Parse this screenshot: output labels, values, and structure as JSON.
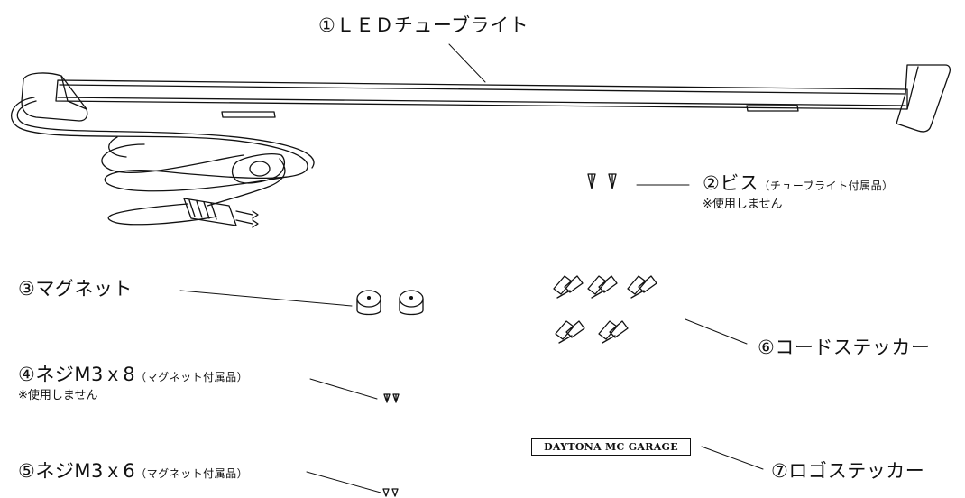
{
  "parts": {
    "p1": {
      "label": "①ＬＥＤチューブライト"
    },
    "p2": {
      "label": "②ビス",
      "sub": "（チューブライト付属品）",
      "note": "※使用しません"
    },
    "p3": {
      "label": "③マグネット"
    },
    "p4": {
      "label": "④ネジM3ｘ8",
      "sub": "（マグネット付属品）",
      "note": "※使用しません"
    },
    "p5": {
      "label": "⑤ネジM3ｘ6",
      "sub": "（マグネット付属品）"
    },
    "p6": {
      "label": "⑥コードステッカー"
    },
    "p7": {
      "label": "⑦ロゴステッカー",
      "sticker_text": "DAYTONA MC GARAGE"
    }
  }
}
